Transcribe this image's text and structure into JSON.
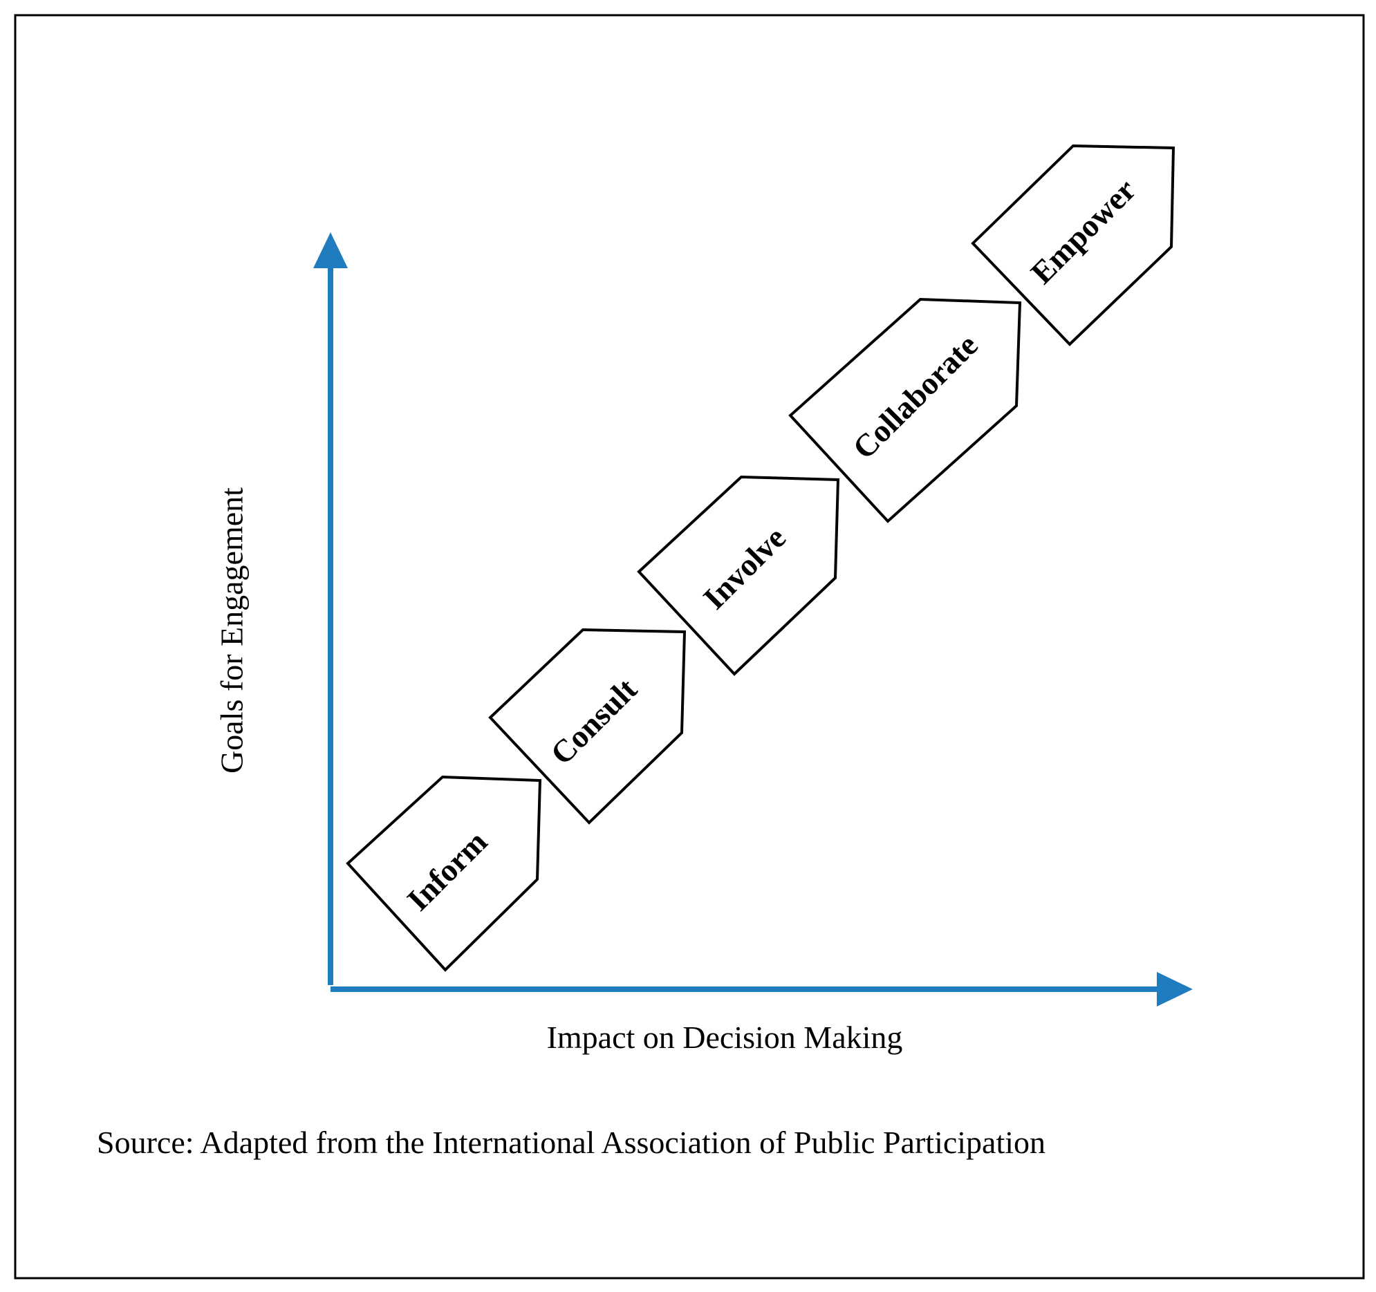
{
  "diagram": {
    "axis_color": "#1f7dbf",
    "y_axis_label": "Goals for Engagement",
    "x_axis_label": "Impact on Decision Making",
    "source": "Source: Adapted from the International Association of Public Participation",
    "steps": [
      {
        "label": "Inform"
      },
      {
        "label": "Consult"
      },
      {
        "label": "Involve"
      },
      {
        "label": "Collaborate"
      },
      {
        "label": "Empower"
      }
    ]
  }
}
